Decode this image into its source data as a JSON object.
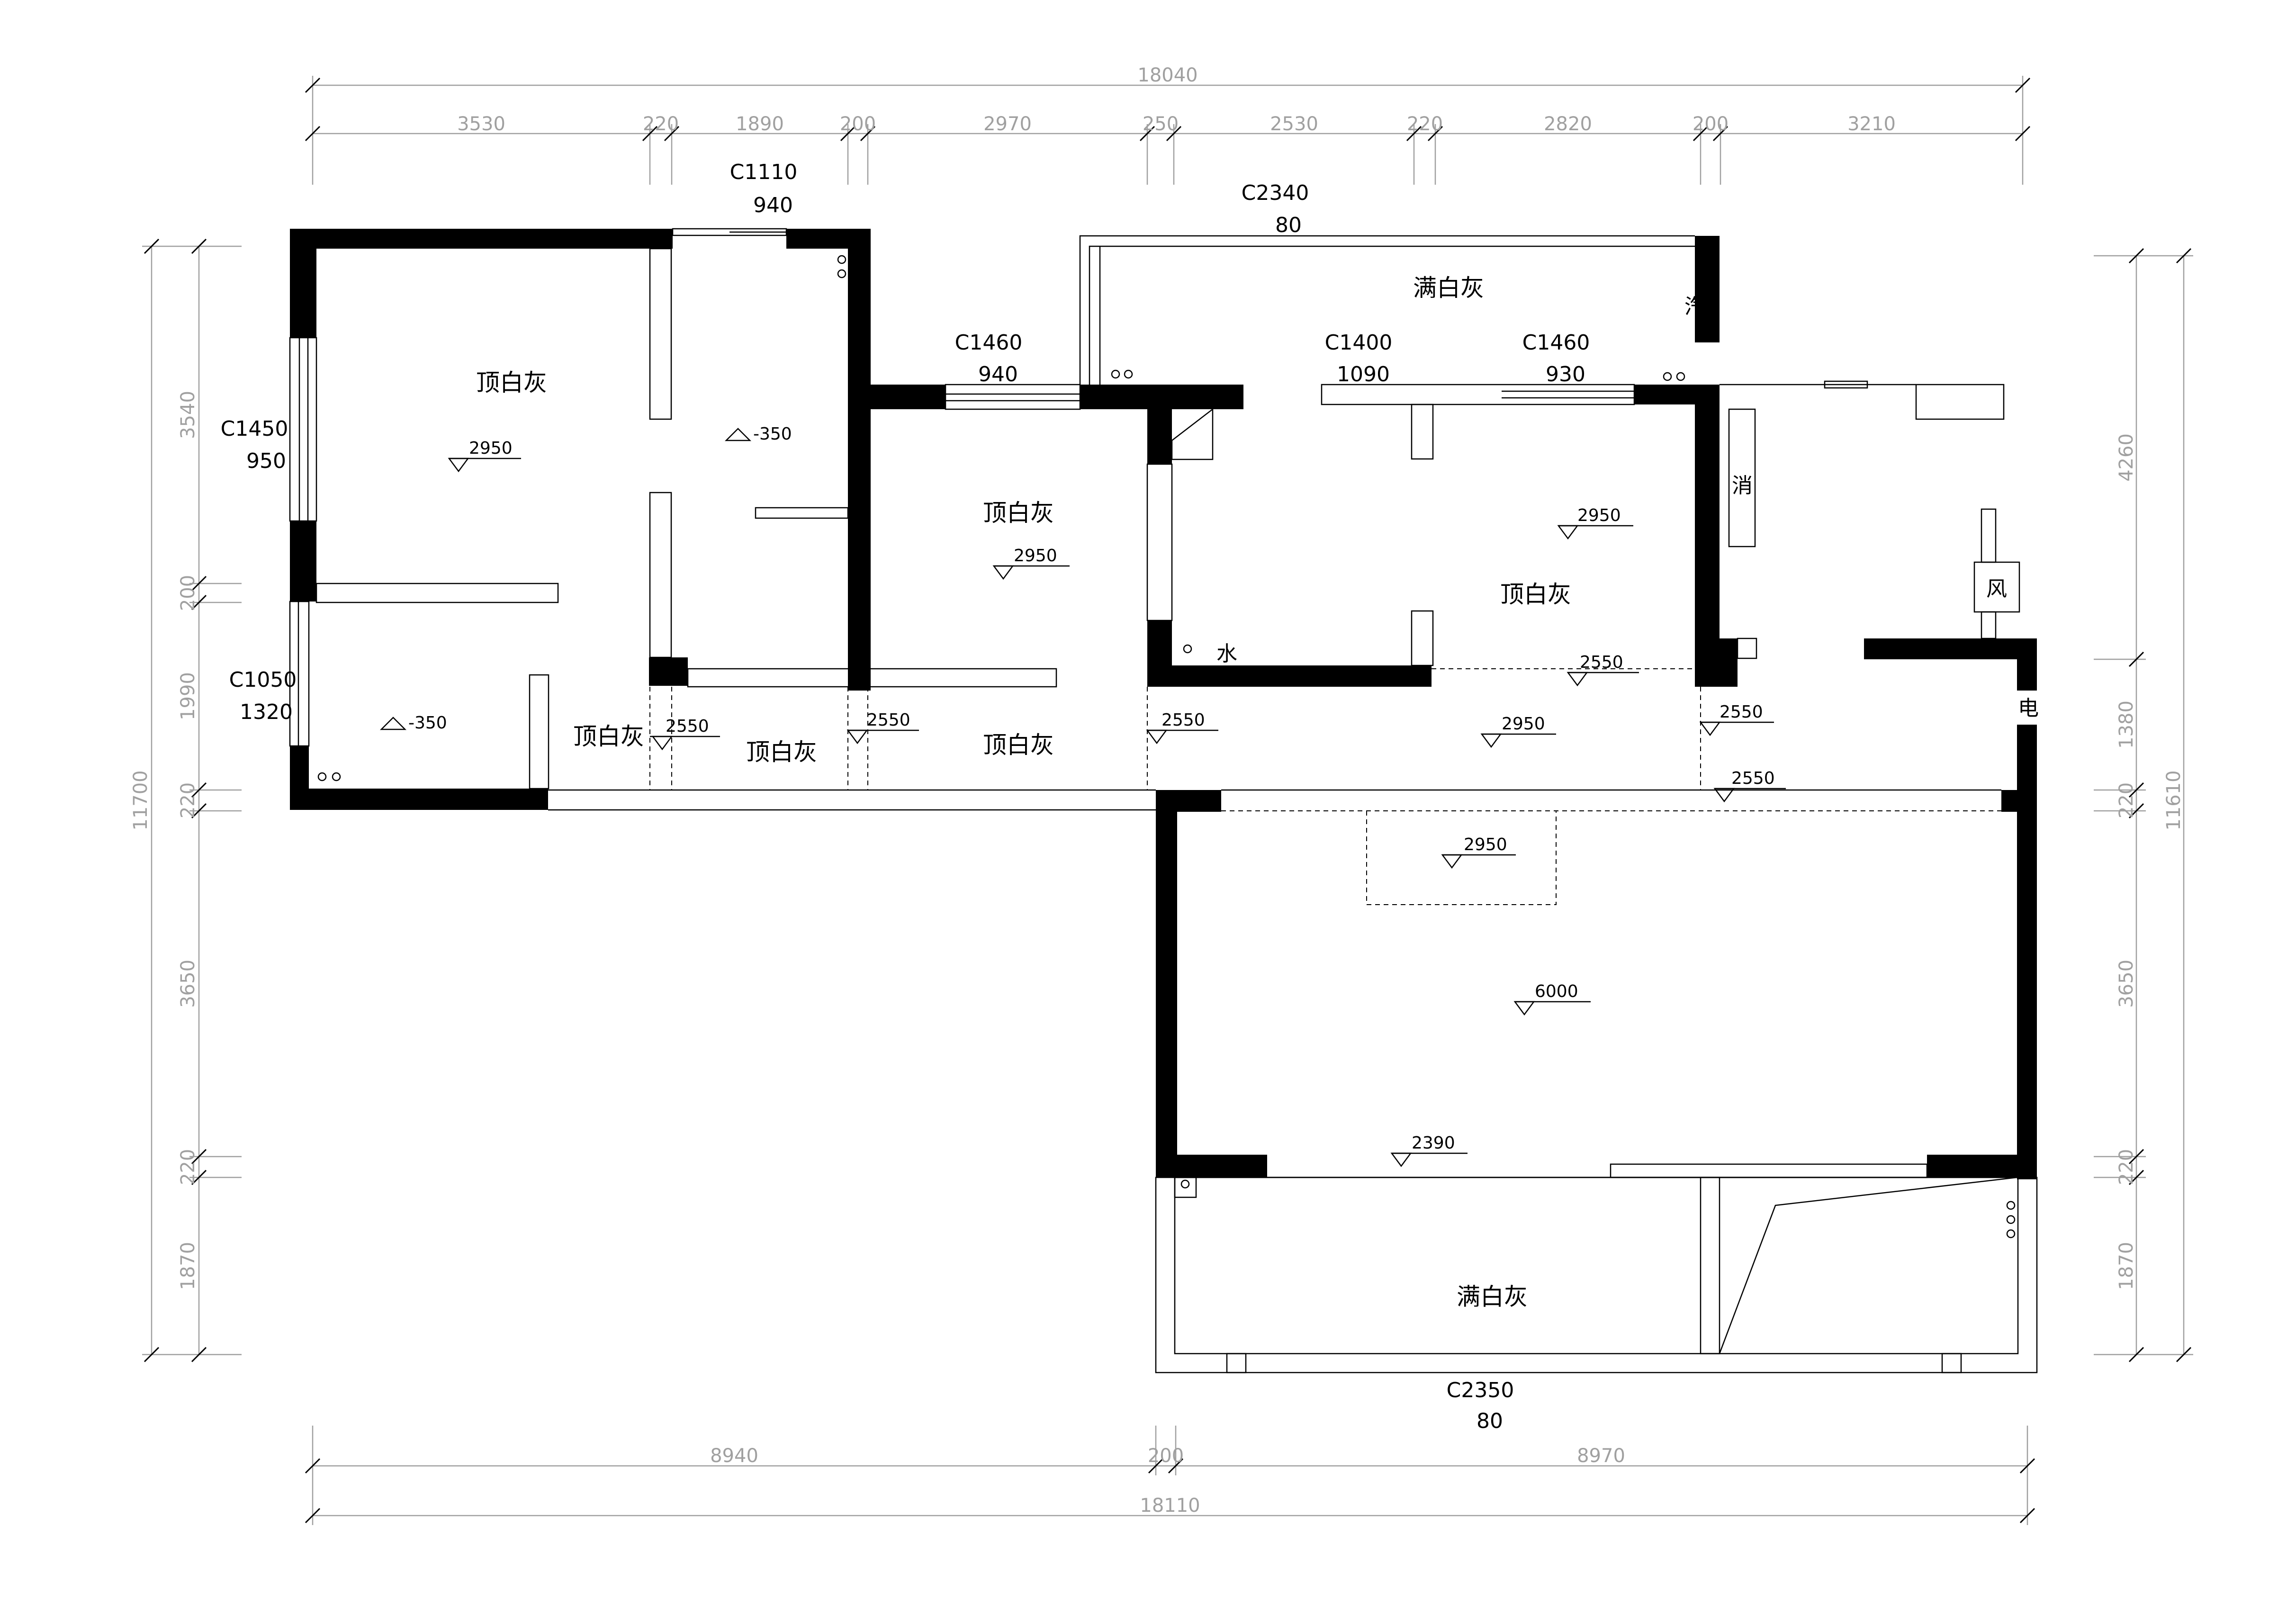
{
  "dimensions": {
    "top_total": "18040",
    "top_segments": [
      "3530",
      "220",
      "1890",
      "200",
      "2970",
      "250",
      "2530",
      "220",
      "2820",
      "200",
      "3210"
    ],
    "bottom_segments": [
      "8940",
      "200",
      "8970"
    ],
    "bottom_total": "18110",
    "left_total": "11700",
    "left_segments": [
      "3540",
      "200",
      "1990",
      "220",
      "3650",
      "220",
      "1870"
    ],
    "right_total": "11610",
    "right_segments": [
      "4260",
      "1380",
      "220",
      "3650",
      "220",
      "1870"
    ]
  },
  "windows": {
    "w1_code": "C1110",
    "w1_size": "940",
    "w2_code": "C2340",
    "w2_size": "80",
    "w3_code": "C1460",
    "w3_size": "940",
    "w4_code": "C1400",
    "w4_size": "1090",
    "w5_code": "C1460",
    "w5_size": "930",
    "w6_code": "C1450",
    "w6_size": "950",
    "w7_code": "C1050",
    "w7_size": "1320",
    "w8_code": "C2350",
    "w8_size": "80"
  },
  "rooms": {
    "r_topleft": "顶白灰",
    "r_balcony_top": "满白灰",
    "r_mid": "顶白灰",
    "r_right": "顶白灰",
    "r_corr1": "顶白灰",
    "r_corr2": "顶白灰",
    "r_corr3": "顶白灰",
    "r_balcony_bottom": "满白灰"
  },
  "symbols": {
    "gas": "汽",
    "fire": "消",
    "wind": "风",
    "electric": "电",
    "water": "水"
  },
  "elevations": {
    "e1": "2950",
    "e2": "-350",
    "e3": "2950",
    "e4": "2950",
    "e5": "-350",
    "e6": "2550",
    "e7": "2550",
    "e8": "2550",
    "e9": "2550",
    "e10": "2950",
    "e11": "2550",
    "e12": "2550",
    "e13": "2950",
    "e14": "6000",
    "e15": "2390"
  }
}
